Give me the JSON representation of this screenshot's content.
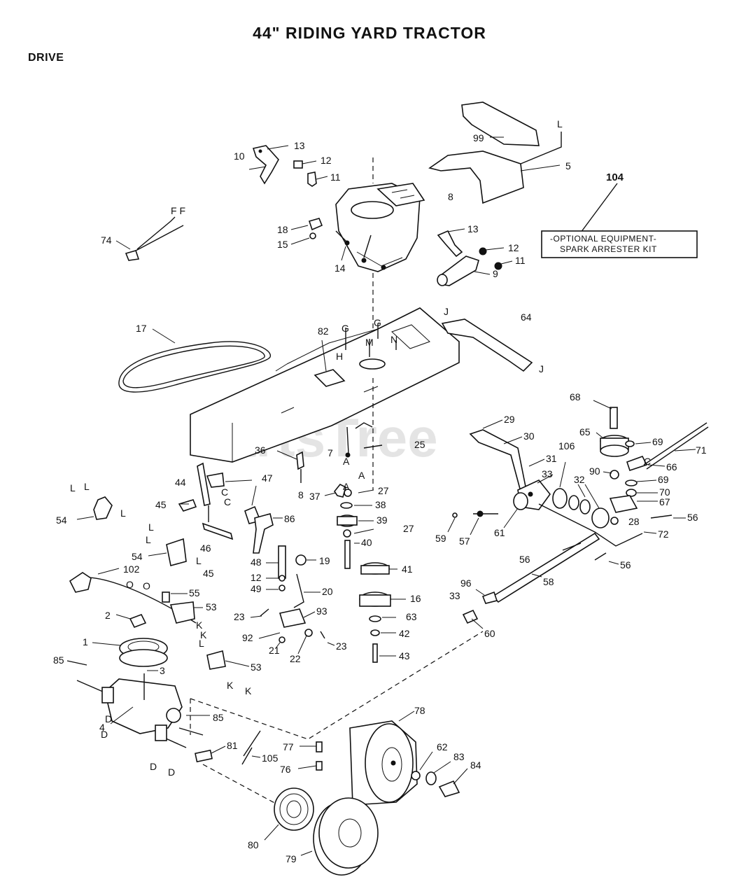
{
  "header": {
    "title": "44\" RIDING YARD TRACTOR",
    "section": "DRIVE"
  },
  "watermark": "PartsTree",
  "callout": {
    "number": "104",
    "line1": "-OPTIONAL EQUIPMENT-",
    "line2": "SPARK ARRESTER KIT"
  },
  "part_numbers": {
    "p1": "1",
    "p2": "2",
    "p3": "3",
    "p4": "4",
    "p5": "5",
    "p7": "7",
    "p8": "8",
    "p8b": "8",
    "p9": "9",
    "p10": "10",
    "p11": "11",
    "p11b": "11",
    "p12": "12",
    "p12b": "12",
    "p12c": "12",
    "p13": "13",
    "p13b": "13",
    "p14": "14",
    "p15": "15",
    "p16": "16",
    "p17": "17",
    "p18": "18",
    "p19": "19",
    "p20": "20",
    "p21": "21",
    "p22": "22",
    "p23": "23",
    "p23b": "23",
    "p25": "25",
    "p27": "27",
    "p27b": "27",
    "p28": "28",
    "p29": "29",
    "p30": "30",
    "p31": "31",
    "p32": "32",
    "p33": "33",
    "p33b": "33",
    "p36": "36",
    "p37": "37",
    "p38": "38",
    "p39": "39",
    "p40": "40",
    "p41": "41",
    "p42": "42",
    "p43": "43",
    "p44": "44",
    "p45": "45",
    "p45b": "45",
    "p46": "46",
    "p47": "47",
    "p48": "48",
    "p49": "49",
    "p53": "53",
    "p53b": "53",
    "p54": "54",
    "p54b": "54",
    "p55": "55",
    "p56": "56",
    "p56b": "56",
    "p56c": "56",
    "p57": "57",
    "p58": "58",
    "p59": "59",
    "p60": "60",
    "p61": "61",
    "p62": "62",
    "p63": "63",
    "p64": "64",
    "p65": "65",
    "p66": "66",
    "p67": "67",
    "p68": "68",
    "p69": "69",
    "p69b": "69",
    "p70": "70",
    "p71": "71",
    "p72": "72",
    "p74": "74",
    "p76": "76",
    "p77": "77",
    "p78": "78",
    "p79": "79",
    "p80": "80",
    "p81": "81",
    "p82": "82",
    "p83": "83",
    "p84": "84",
    "p85": "85",
    "p85b": "85",
    "p86": "86",
    "p90": "90",
    "p92": "92",
    "p93": "93",
    "p96": "96",
    "p99": "99",
    "p102": "102",
    "p105": "105",
    "p106": "106"
  },
  "letter_labels": {
    "l_top": "L",
    "ff": "F F",
    "g1": "G",
    "g2": "G",
    "h": "H",
    "m": "M",
    "n": "N",
    "j1": "J",
    "j2": "J",
    "a1": "A",
    "a2": "A",
    "a3": "A",
    "c1": "C",
    "c2": "C",
    "l1": "L",
    "l2": "L",
    "l3": "L",
    "l4": "L",
    "l5": "L",
    "l6": "L",
    "l7": "L",
    "l8": "L",
    "k1": "K",
    "k2": "K",
    "k3": "K",
    "k4": "K",
    "o1": "O",
    "o2": "O",
    "d1": "D",
    "d2": "D",
    "d3": "D",
    "d4": "D",
    "c3": "C"
  }
}
